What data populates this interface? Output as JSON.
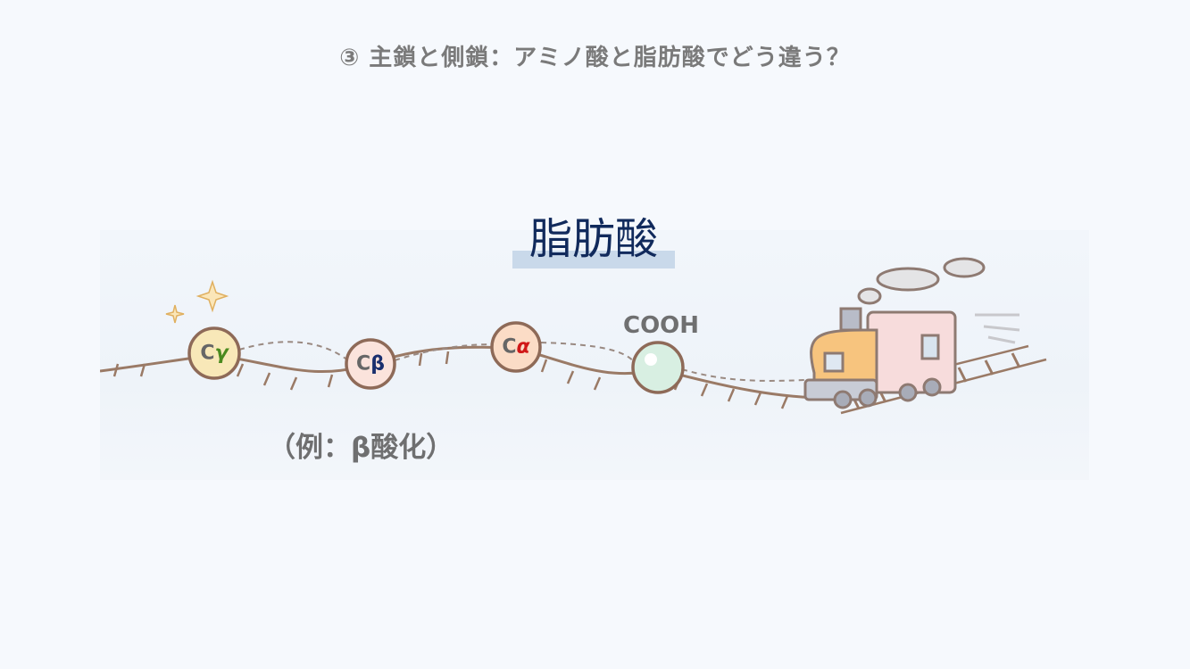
{
  "slide_title": "③ 主鎖と側鎖：アミノ酸と脂肪酸でどう違う？",
  "heading": "脂肪酸",
  "nodes": [
    {
      "c": "C",
      "greek": "γ",
      "greek_color": "#4a8a1e"
    },
    {
      "c": "C",
      "greek": "β",
      "greek_color": "#1a2f6e"
    },
    {
      "c": "C",
      "greek": "α",
      "greek_color": "#d01818"
    }
  ],
  "cooh_label": "COOH",
  "example_label": "（例：β酸化）"
}
